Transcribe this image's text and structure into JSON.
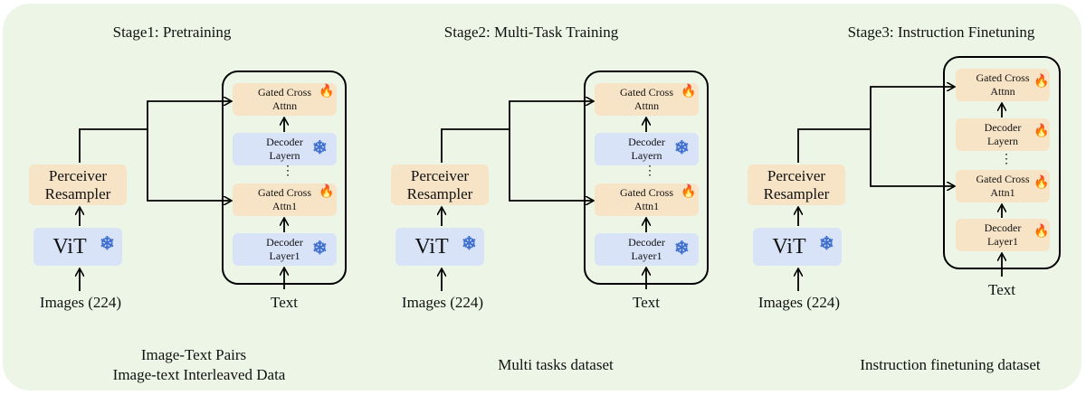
{
  "stages": [
    {
      "title": "Stage1: Pretraining",
      "perceiver": "Perceiver Resampler",
      "vit": "ViT",
      "images": "Images (224)",
      "text": "Text",
      "decoder_stack": [
        {
          "label": "Gated Cross Attnn",
          "icon": "fire-icon"
        },
        {
          "label": "Decoder Layern",
          "icon": "snowflake-icon"
        },
        {
          "label": "Gated Cross Attn1",
          "icon": "fire-icon"
        },
        {
          "label": "Decoder Layer1",
          "icon": "snowflake-icon"
        }
      ],
      "dataset_lines": [
        "Image-Text Pairs",
        "Image-text Interleaved Data"
      ]
    },
    {
      "title": "Stage2: Multi-Task Training",
      "perceiver": "Perceiver Resampler",
      "vit": "ViT",
      "images": "Images (224)",
      "text": "Text",
      "decoder_stack": [
        {
          "label": "Gated Cross Attnn",
          "icon": "fire-icon"
        },
        {
          "label": "Decoder Layern",
          "icon": "snowflake-icon"
        },
        {
          "label": "Gated Cross Attn1",
          "icon": "fire-icon"
        },
        {
          "label": "Decoder Layer1",
          "icon": "snowflake-icon"
        }
      ],
      "dataset_lines": [
        "Multi tasks dataset"
      ]
    },
    {
      "title": "Stage3: Instruction Finetuning",
      "perceiver": "Perceiver Resampler",
      "vit": "ViT",
      "images": "Images (224)",
      "text": "Text",
      "decoder_stack": [
        {
          "label": "Gated Cross Attnn",
          "icon": "fire-icon"
        },
        {
          "label": "Decoder Layern",
          "icon": "fire-icon"
        },
        {
          "label": "Gated Cross Attn1",
          "icon": "fire-icon"
        },
        {
          "label": "Decoder Layer1",
          "icon": "fire-icon"
        }
      ],
      "dataset_lines": [
        "Instruction finetuning dataset"
      ]
    }
  ],
  "colors": {
    "panel_bg": "#edf6e6",
    "trainable_box": "#f7e4c7",
    "frozen_box": "#d8e3f8",
    "snowflake": "#3f6fcf",
    "fire": "#e8741b"
  },
  "ellipsis": "⋮"
}
